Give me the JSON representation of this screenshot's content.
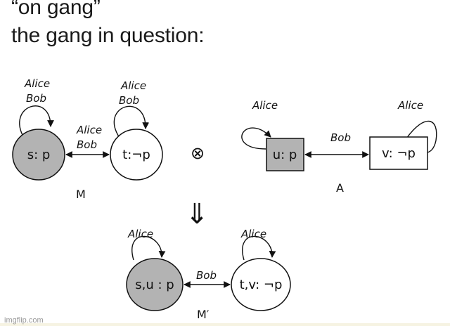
{
  "caption": {
    "line1": "“on gang”",
    "line2": "the gang in question:"
  },
  "model_m": {
    "name": "M",
    "state_s": {
      "label": "s: p",
      "loop_agents": [
        "Alice",
        "Bob"
      ]
    },
    "state_t": {
      "label": "t:¬p",
      "loop_agents": [
        "Alice",
        "Bob"
      ]
    },
    "edge_agents": [
      "Alice",
      "Bob"
    ]
  },
  "product_symbol": "⊗",
  "action_model_a": {
    "name": "A",
    "event_u": {
      "label": "u: p",
      "loop_agent": "Alice"
    },
    "event_v": {
      "label": "v: ¬p",
      "loop_agent": "Alice"
    },
    "edge_agent": "Bob"
  },
  "result_arrow": "⇓",
  "model_m_prime": {
    "name": "M′",
    "state_su": {
      "label": "s,u : p",
      "loop_agent": "Alice"
    },
    "state_tv": {
      "label": "t,v: ¬p",
      "loop_agent": "Alice"
    },
    "edge_agent": "Bob"
  },
  "watermark": "imgflip.com",
  "colors": {
    "shaded": "#b3b3b3",
    "ink": "#111111",
    "caption": "#1a1a1a"
  }
}
